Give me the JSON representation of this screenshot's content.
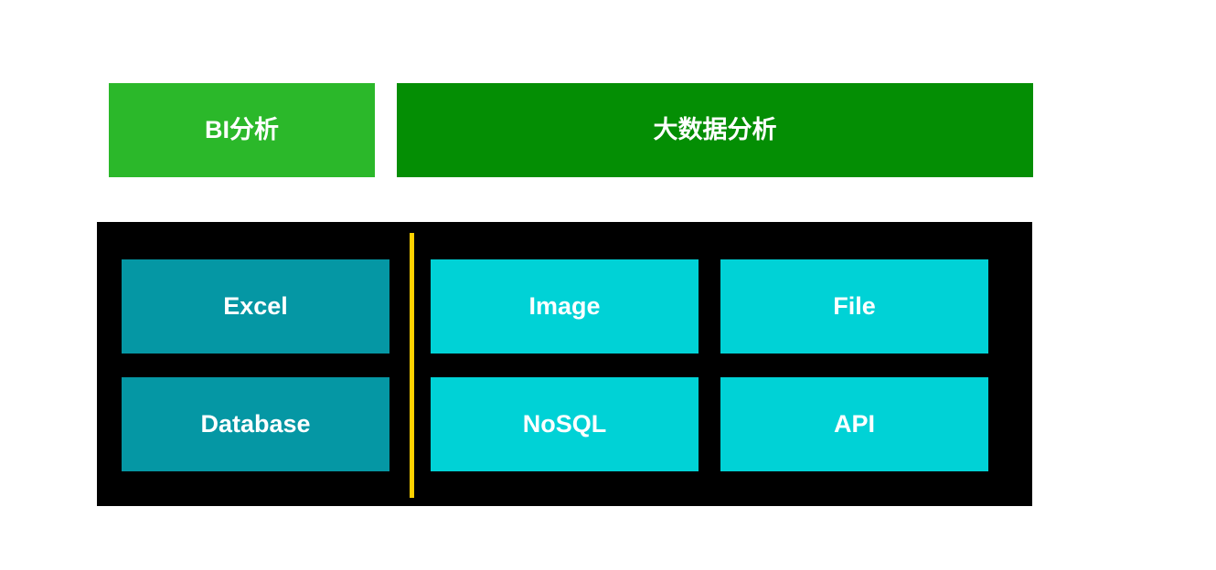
{
  "header": {
    "bi_label": "BI分析",
    "bigdata_label": "大数据分析"
  },
  "sources": {
    "bi": [
      {
        "label": "Excel"
      },
      {
        "label": "Database"
      }
    ],
    "bigdata": [
      {
        "label": "Image"
      },
      {
        "label": "File"
      },
      {
        "label": "NoSQL"
      },
      {
        "label": "API"
      }
    ]
  },
  "colors": {
    "page_background": "#FFFFFF",
    "bi_category_green": "#2BB82A",
    "bigdata_category_green": "#048E04",
    "bi_source_teal": "#0597A4",
    "bigdata_source_cyan": "#00D2D6",
    "divider_yellow": "#FFD100",
    "panel_black": "#000000",
    "label_text": "#FFFFFF"
  }
}
